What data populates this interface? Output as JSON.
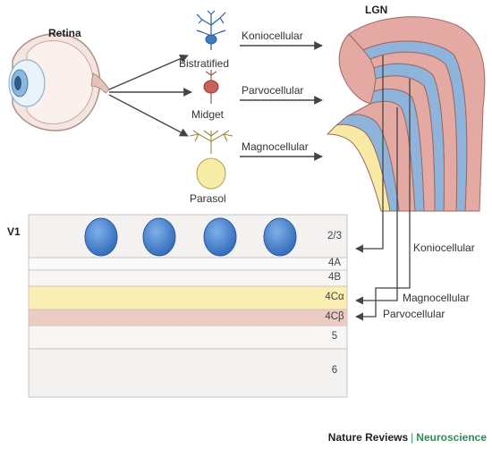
{
  "titles": {
    "retina": "Retina",
    "lgn": "LGN",
    "v1": "V1"
  },
  "cells": {
    "bistratified": "Bistratified",
    "midget": "Midget",
    "parasol": "Parasol"
  },
  "pathways": {
    "koniocellular": "Koniocellular",
    "parvocellular": "Parvocellular",
    "magnocellular": "Magnocellular"
  },
  "v1_layers": [
    "2/3",
    "4A",
    "4B",
    "4Cα",
    "4Cβ",
    "5",
    "6"
  ],
  "lgn_outputs": {
    "koniocellular": "Koniocellular",
    "magnocellular": "Magnocellular",
    "parvocellular": "Parvocellular"
  },
  "credit": {
    "publisher": "Nature Reviews",
    "separator": "|",
    "journal": "Neuroscience"
  },
  "colors": {
    "layer_base": "#f4f2f1",
    "layer_4c_alpha": "#fbeeb2",
    "layer_4c_beta": "#eccbc3",
    "blob": "#3c78c8",
    "lgn_pink": "#e3a9a2",
    "lgn_blue": "#8fb4dc",
    "lgn_yellow": "#f8eaa4"
  }
}
